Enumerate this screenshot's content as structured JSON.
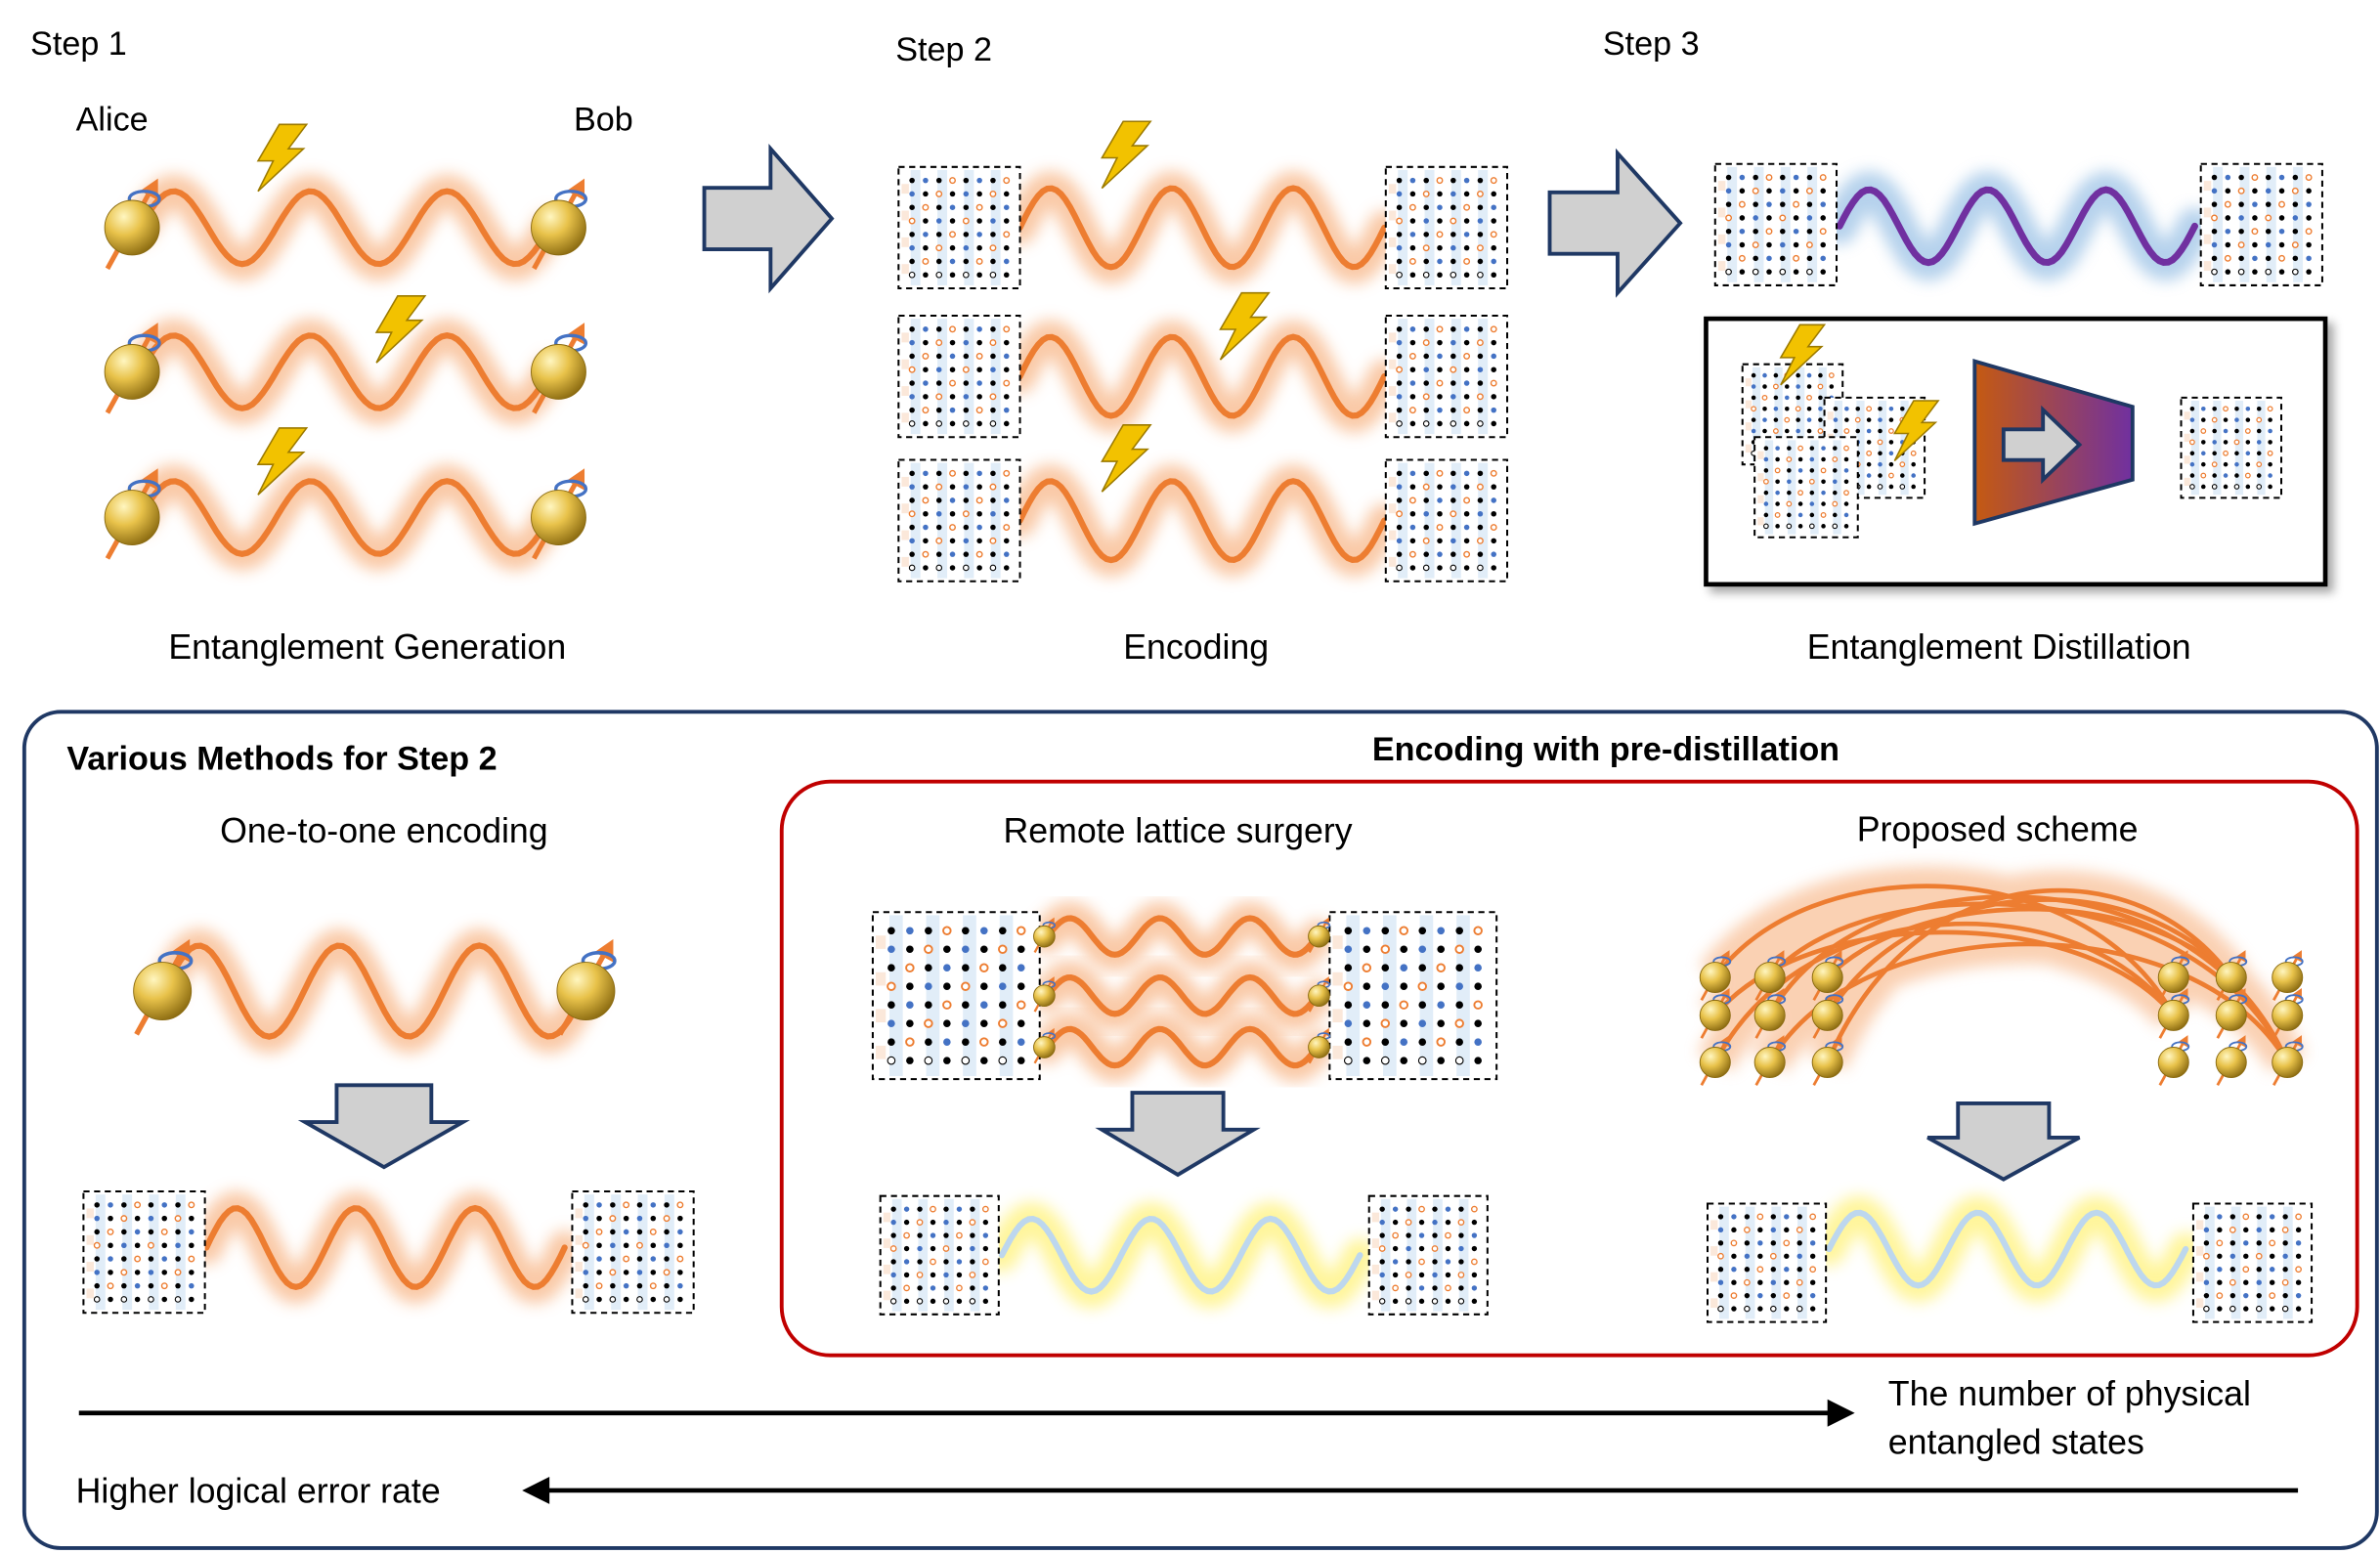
{
  "colors": {
    "wave": "#ED7D31",
    "glow": "#F8B88A",
    "logical_wave": "#7030A0",
    "logical_glow": "#9DC3E6",
    "encoded_wave": "#BDD7EE",
    "encoded_glow": "#FFF27A",
    "qubit_gold": "#C9A227",
    "lightning": "#F2C200",
    "arrow_fill": "#D0D0D0",
    "arrow_stroke": "#1F3864",
    "panel_border": "#1F3864",
    "predistill_border": "#C00000"
  },
  "icons": [
    "qubit-sphere-icon",
    "spin-arrow-icon",
    "lightning-icon",
    "surface-code-patch-icon",
    "block-arrow-icon",
    "distillation-funnel-icon"
  ],
  "step1": {
    "title": "Step 1",
    "alice": "Alice",
    "bob": "Bob",
    "caption": "Entanglement Generation"
  },
  "step2": {
    "title": "Step 2",
    "caption": "Encoding"
  },
  "step3": {
    "title": "Step 3",
    "caption": "Entanglement Distillation"
  },
  "methods": {
    "title": "Various Methods for Step 2",
    "predistill_title": "Encoding with pre-distillation",
    "one_to_one": "One-to-one encoding",
    "remote": "Remote lattice surgery",
    "proposed": "Proposed scheme",
    "axis_right_line1": "The number of physical",
    "axis_right_line2": "entangled states",
    "axis_left": "Higher logical error rate"
  }
}
